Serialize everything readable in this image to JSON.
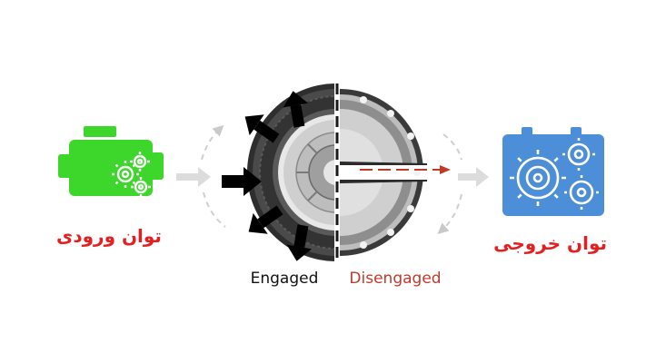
{
  "labels": {
    "input_power": "توان ورودی",
    "output_power": "توان خروجی",
    "engaged": "Engaged",
    "disengaged": "Disengaged"
  },
  "icons": {
    "engine": "engine-icon",
    "gearbox": "gearbox-icon",
    "clutch": "clutch-disc-icon"
  },
  "colors": {
    "engine_green": "#3dd62b",
    "gearbox_blue": "#4c8fd8",
    "label_red": "#e51f1f",
    "disengaged_red": "#c0392b",
    "arrow_gray": "#d6d6d6"
  }
}
